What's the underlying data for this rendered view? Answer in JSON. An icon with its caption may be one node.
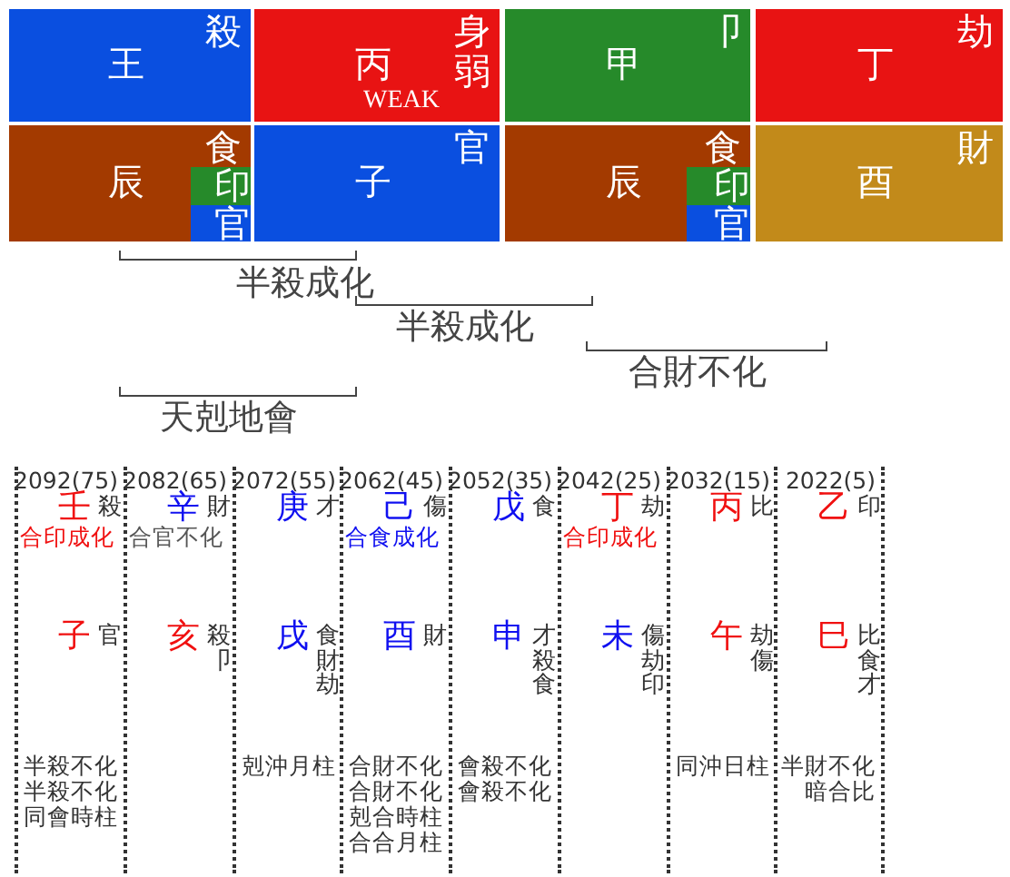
{
  "diagram": {
    "nodes": [
      {
        "text": [
          "王",
          "殺"
        ]
      },
      {
        "text": [
          "丙",
          "身弱",
          "WEAK"
        ]
      },
      {
        "text": [
          "甲",
          "卩"
        ]
      },
      {
        "text": [
          "丁",
          "劫"
        ]
      },
      {
        "text": [
          "辰",
          "食"
        ]
      },
      {
        "text": [
          "印"
        ],
        "in": 4
      },
      {
        "text": [
          "官"
        ],
        "in": 4
      },
      {
        "text": [
          "子",
          "官"
        ]
      },
      {
        "text": [
          "辰",
          "食"
        ]
      },
      {
        "text": [
          "印"
        ],
        "in": 8
      },
      {
        "text": [
          "官"
        ],
        "in": 8
      },
      {
        "text": [
          "酉",
          "財"
        ]
      },
      {
        "text": [
          "2092(75)",
          "壬",
          "殺",
          "合印成化",
          "子",
          "官",
          "半殺不化",
          "半殺不化",
          "同會時柱"
        ]
      },
      {
        "text": [
          "2082(65)",
          "辛",
          "財",
          "合官不化",
          "亥",
          "殺卩"
        ]
      },
      {
        "text": [
          "2072(55)",
          "庚",
          "才",
          "戌",
          "食財劫",
          "剋沖月柱"
        ]
      },
      {
        "text": [
          "2062(45)",
          "己",
          "傷",
          "合食成化",
          "酉",
          "財",
          "合財不化",
          "合財不化",
          "剋合時柱",
          "合合月柱"
        ]
      },
      {
        "text": [
          "2052(35)",
          "戊",
          "食",
          "申",
          "才殺食",
          "會殺不化",
          "會殺不化"
        ]
      },
      {
        "text": [
          "2042(25)",
          "丁",
          "劫",
          "合印成化",
          "未",
          "傷劫印"
        ]
      },
      {
        "text": [
          "2032(15)",
          "丙",
          "比",
          "午",
          "劫傷",
          "同沖日柱"
        ]
      },
      {
        "text": [
          "2022(5)",
          "乙",
          "印",
          "巳",
          "比食才",
          "半財不化",
          "暗合比"
        ]
      }
    ],
    "labels": [
      "半殺成化",
      "半殺成化",
      "合財不化",
      "天剋地會"
    ]
  }
}
